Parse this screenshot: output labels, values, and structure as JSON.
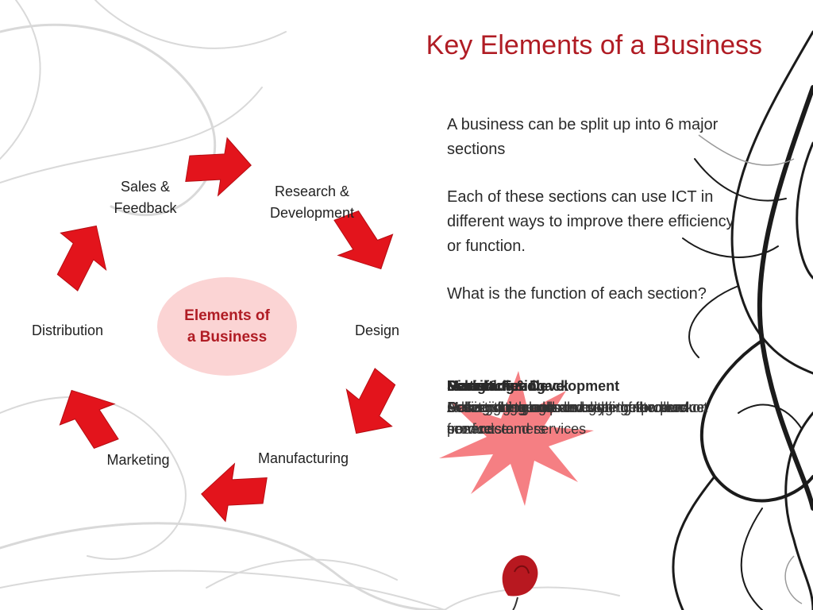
{
  "title": "Key Elements of a Business",
  "intro": {
    "p1": "A business can be split up into 6 major sections",
    "p2": "Each of these sections can use ICT in different ways to improve there efficiency or function.",
    "p3": "What is the function of each section?"
  },
  "center": "Elements of a Business",
  "labels": {
    "sales": "Sales & Feedback",
    "research": "Research & Development",
    "design": "Design",
    "manufacturing": "Manufacturing",
    "marketing": "Marketing",
    "distribution": "Distribution"
  },
  "overlap": [
    {
      "heading": "Research & Development",
      "body": "Researching and developing new products and services"
    },
    {
      "heading": "Design",
      "body": "Creating the look and style of the product or service"
    },
    {
      "heading": "Manufacturing",
      "body": "Making the goods or creating the service"
    },
    {
      "heading": "Marketing",
      "body": "Advertising and promoting the product or service"
    },
    {
      "heading": "Distribution",
      "body": "Delivering the goods to the customers"
    },
    {
      "heading": "Sales & Feedback",
      "body": "Selling the goods and getting feedback from customers"
    }
  ],
  "colors": {
    "title": "#b01c24",
    "arrow": "#e3141c",
    "center_fill": "#fbd4d4",
    "burst": "#f2545a"
  }
}
